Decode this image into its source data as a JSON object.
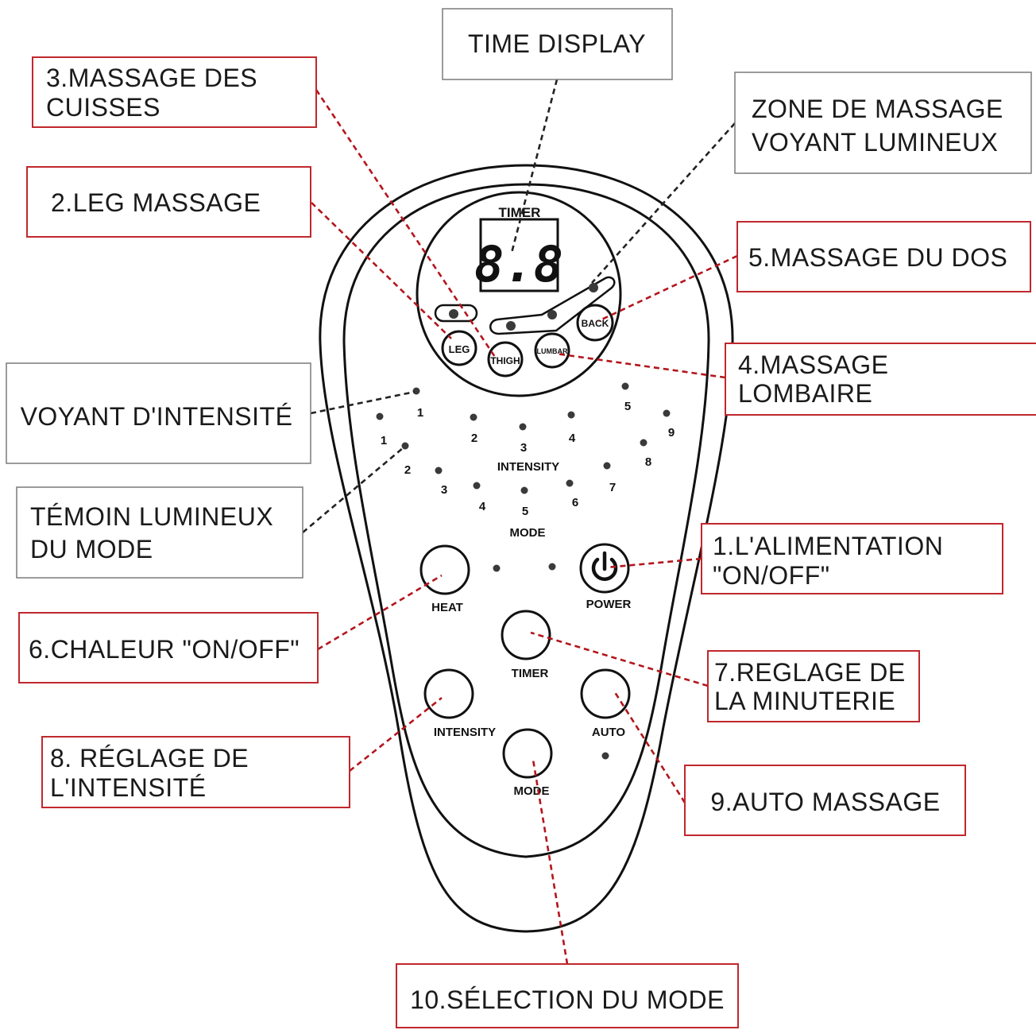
{
  "callouts": {
    "time_display": "TIME DISPLAY",
    "thigh_massage": [
      "3.MASSAGE DES",
      "CUISSES"
    ],
    "massage_zone_light": [
      "ZONE DE MASSAGE",
      "VOYANT LUMINEUX"
    ],
    "leg_massage": "2.LEG MASSAGE",
    "back_massage": "5.MASSAGE DU DOS",
    "lumbar_massage": [
      "4.MASSAGE",
      "LOMBAIRE"
    ],
    "intensity_light": "VOYANT D'INTENSITÉ",
    "mode_light": [
      "TÉMOIN LUMINEUX",
      "DU MODE"
    ],
    "power_on_off": [
      "1.L'ALIMENTATION",
      "\"ON/OFF\""
    ],
    "heat_on_off": "6.CHALEUR \"ON/OFF\"",
    "timer_setting": [
      "7.REGLAGE DE",
      "LA MINUTERIE"
    ],
    "intensity_setting": [
      "8. RÉGLAGE DE",
      "L'INTENSITÉ"
    ],
    "auto_massage": "9.AUTO MASSAGE",
    "mode_selection": "10.SÉLECTION DU MODE"
  },
  "remote": {
    "timer_title": "TIMER",
    "display_value": "8.8",
    "zone_buttons": {
      "leg": "LEG",
      "thigh": "THIGH",
      "lumbar": "LUMBAR",
      "back": "BACK"
    },
    "intensity_caption": "INTENSITY",
    "mode_caption": "MODE",
    "intensity_levels": [
      "1",
      "2",
      "3",
      "4",
      "5"
    ],
    "mode_levels": [
      "1",
      "2",
      "3",
      "4",
      "5",
      "6",
      "7",
      "8",
      "9"
    ],
    "buttons": {
      "heat": "HEAT",
      "power": "POWER",
      "timer": "TIMER",
      "intensity": "INTENSITY",
      "auto": "AUTO",
      "mode": "MODE"
    }
  },
  "colors": {
    "callout_border": "#c0282d",
    "leader_red": "#b3161c",
    "neutral_border": "#7a7a7a",
    "ink": "#111111"
  }
}
